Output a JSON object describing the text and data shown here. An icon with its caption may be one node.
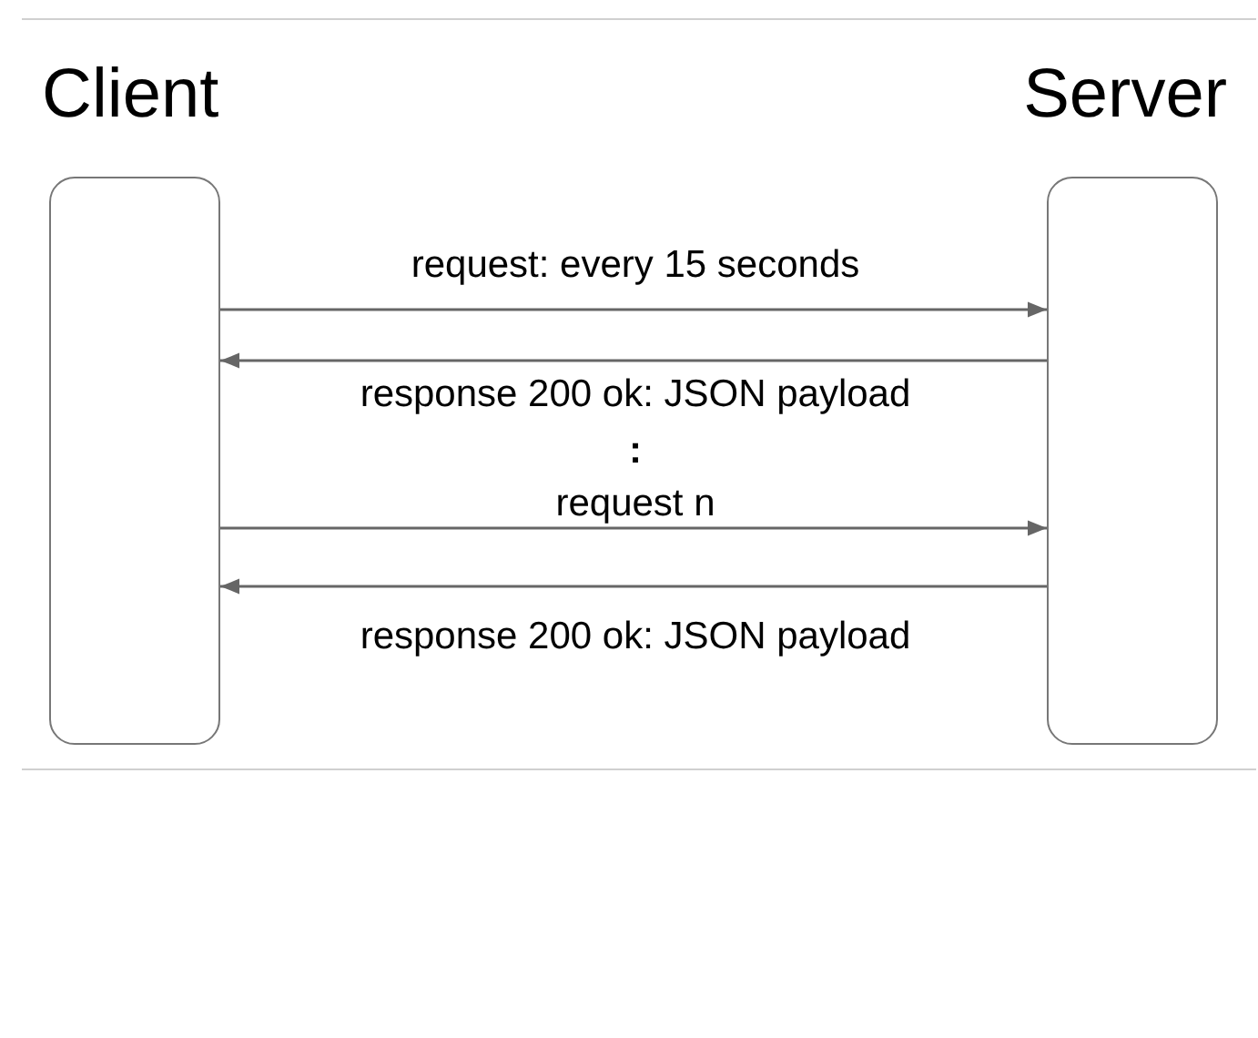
{
  "diagram": {
    "nodes": [
      {
        "text": [
          "Client"
        ]
      },
      {
        "text": [
          "Server"
        ]
      }
    ],
    "edges": [
      {
        "from": 0,
        "to": 1,
        "arrow": "to",
        "label": "request: every 15 seconds"
      },
      {
        "from": 1,
        "to": 0,
        "arrow": "to",
        "label": "response 200 ok: JSON payload"
      },
      {
        "from": 0,
        "to": 1,
        "arrow": "to",
        "label": "request n"
      },
      {
        "from": 1,
        "to": 0,
        "arrow": "to",
        "label": "response 200 ok: JSON payload"
      }
    ],
    "labels": [
      ":"
    ]
  }
}
